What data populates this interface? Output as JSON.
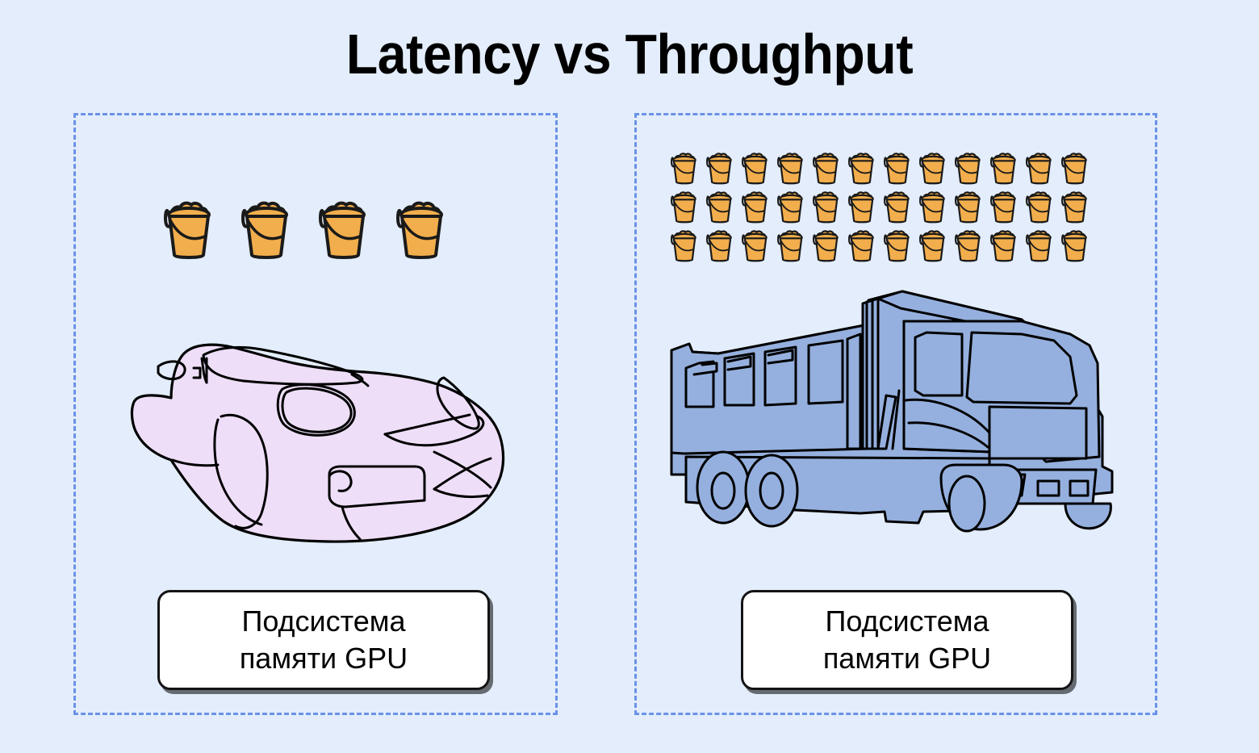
{
  "title": "Latency vs Throughput",
  "background_color": "#E3EDFB",
  "panels": [
    {
      "id": "latency",
      "border_color": "#6A92E8",
      "bucket_count": 4,
      "bucket_rows": [
        4
      ],
      "vehicle": "sports-car",
      "vehicle_color": "#EEDEF8",
      "label_line1": "Подсистема",
      "label_line2": "памяти GPU"
    },
    {
      "id": "throughput",
      "border_color": "#6A92E8",
      "bucket_count": 36,
      "bucket_rows": [
        12,
        12,
        12
      ],
      "vehicle": "dump-truck",
      "vehicle_color": "#95B0DE",
      "label_line1": "Подсистема",
      "label_line2": "памяти GPU"
    }
  ],
  "icons": {
    "bucket": "sand-bucket-icon",
    "car": "sports-car-icon",
    "truck": "dump-truck-icon"
  },
  "colors": {
    "bucket_fill": "#F2AE4C",
    "bucket_stroke": "#1A1A1A",
    "car_fill": "#EEDEF8",
    "truck_fill": "#95B0DE",
    "outline": "#000000",
    "panel_dash": "#6A92E8",
    "label_box_fill": "#FFFFFF",
    "label_box_stroke": "#141414"
  }
}
